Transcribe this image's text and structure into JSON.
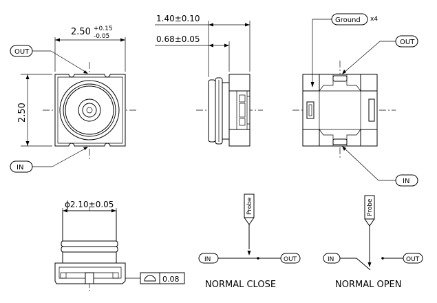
{
  "labels": {
    "out": "OUT",
    "in": "IN",
    "ground": "Ground",
    "ground_count": "x4",
    "probe": "Probe"
  },
  "dimensions": {
    "width_main": "2.50",
    "width_tol_upper": "+0.15",
    "width_tol_lower": "-0.05",
    "height_main": "2.50",
    "overall_height": "1.40±0.10",
    "body_height": "0.68±0.05",
    "probe_diameter": "ϕ2.10±0.05",
    "flatness_symbol": "⌓",
    "flatness_value": "0.08"
  },
  "captions": {
    "normal_close": "NORMAL  CLOSE",
    "normal_open": "NORMAL  OPEN"
  }
}
